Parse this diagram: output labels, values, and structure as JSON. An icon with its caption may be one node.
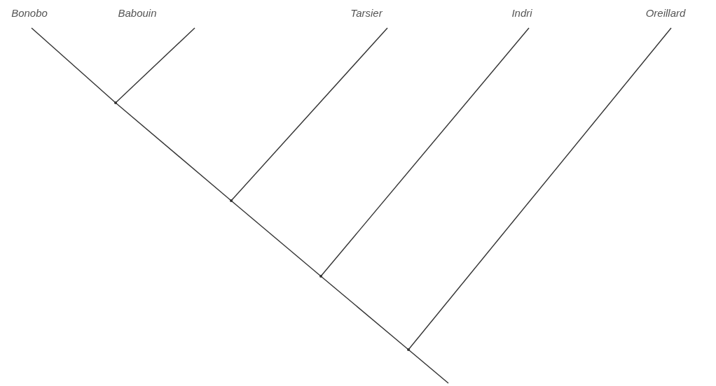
{
  "diagram": {
    "nodes": [
      {
        "text": [
          "Bonobo"
        ]
      },
      {
        "text": [
          "Babouin"
        ]
      },
      {
        "text": [
          "Tarsier"
        ]
      },
      {
        "text": [
          "Indri"
        ]
      },
      {
        "text": [
          "Oreillard"
        ]
      },
      {
        "text": [],
        "shape": "point"
      },
      {
        "text": [],
        "shape": "point"
      },
      {
        "text": [],
        "shape": "point"
      },
      {
        "text": [],
        "shape": "point"
      }
    ],
    "edges": [
      {
        "from": 0,
        "to": 5,
        "arrow": "none"
      },
      {
        "from": 1,
        "to": 5,
        "arrow": "none"
      },
      {
        "from": 5,
        "to": 6,
        "arrow": "none"
      },
      {
        "from": 2,
        "to": 6,
        "arrow": "none"
      },
      {
        "from": 6,
        "to": 7,
        "arrow": "none"
      },
      {
        "from": 3,
        "to": 7,
        "arrow": "none"
      },
      {
        "from": 7,
        "to": 8,
        "arrow": "none"
      },
      {
        "from": 4,
        "to": 8,
        "arrow": "none"
      },
      {
        "from": 8,
        "to": null,
        "arrow": "none"
      }
    ]
  }
}
